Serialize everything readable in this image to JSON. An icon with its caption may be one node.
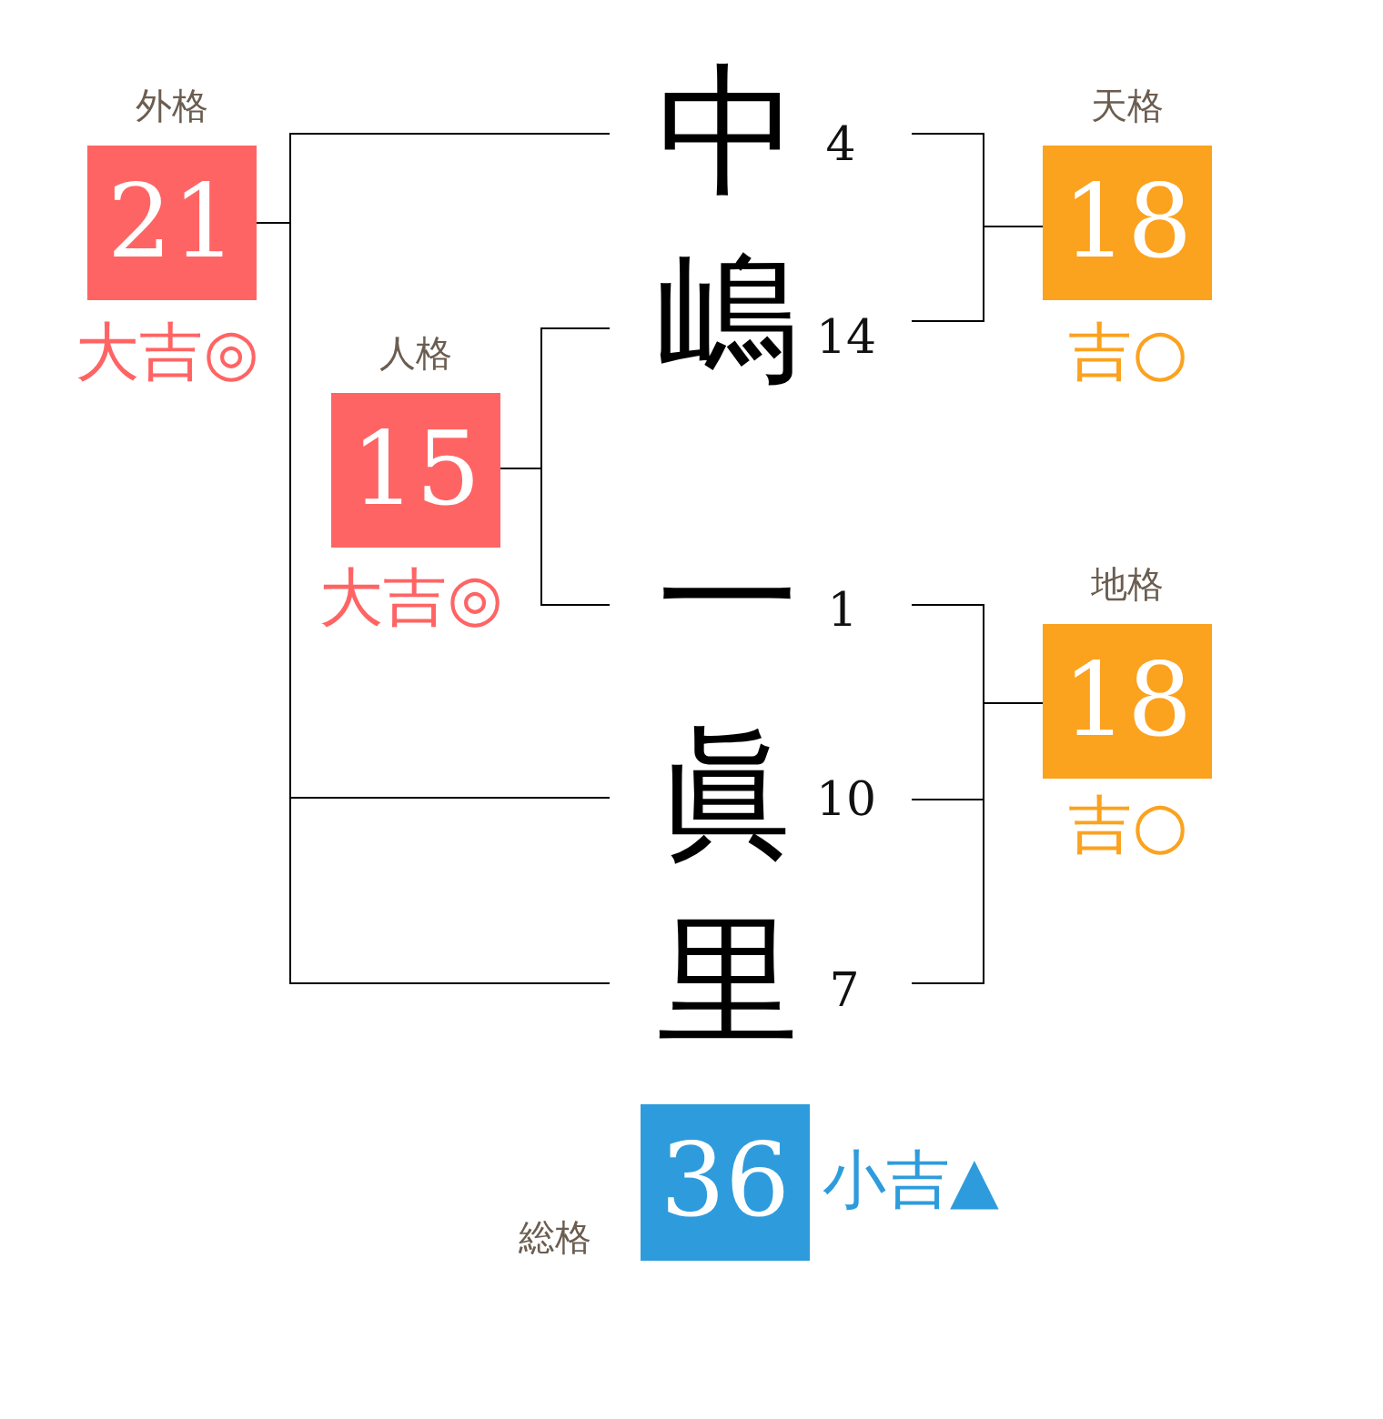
{
  "diagram": {
    "nodes": [
      {
        "text": [
          "外格",
          "21"
        ],
        "beside": [
          "大吉◎"
        ]
      },
      {
        "text": [
          "中"
        ],
        "beside": [
          "4"
        ]
      },
      {
        "text": [
          "天格",
          "18"
        ],
        "beside": [
          "吉○"
        ]
      },
      {
        "text": [
          "嶋"
        ],
        "beside": [
          "14"
        ]
      },
      {
        "text": [
          "人格",
          "15"
        ],
        "beside": [
          "大吉◎"
        ]
      },
      {
        "text": [
          "一"
        ],
        "beside": [
          "1"
        ]
      },
      {
        "text": [
          "地格",
          "18"
        ],
        "beside": [
          "吉○"
        ]
      },
      {
        "text": [
          "眞"
        ],
        "beside": [
          "10"
        ]
      },
      {
        "text": [
          "里"
        ],
        "beside": [
          "7"
        ]
      },
      {
        "text": [
          "総格",
          "36"
        ],
        "beside": [
          "小吉▲"
        ]
      }
    ],
    "edges": [
      {
        "from": 1,
        "to": 0,
        "arrow": "none"
      },
      {
        "from": 7,
        "to": 0,
        "arrow": "none"
      },
      {
        "from": 8,
        "to": 0,
        "arrow": "none"
      },
      {
        "from": 1,
        "to": 2,
        "arrow": "none"
      },
      {
        "from": 3,
        "to": 2,
        "arrow": "none"
      },
      {
        "from": 3,
        "to": 4,
        "arrow": "none"
      },
      {
        "from": 5,
        "to": 4,
        "arrow": "none"
      },
      {
        "from": 5,
        "to": 6,
        "arrow": "none"
      },
      {
        "from": 7,
        "to": 6,
        "arrow": "none"
      },
      {
        "from": 8,
        "to": 6,
        "arrow": "none"
      }
    ]
  }
}
